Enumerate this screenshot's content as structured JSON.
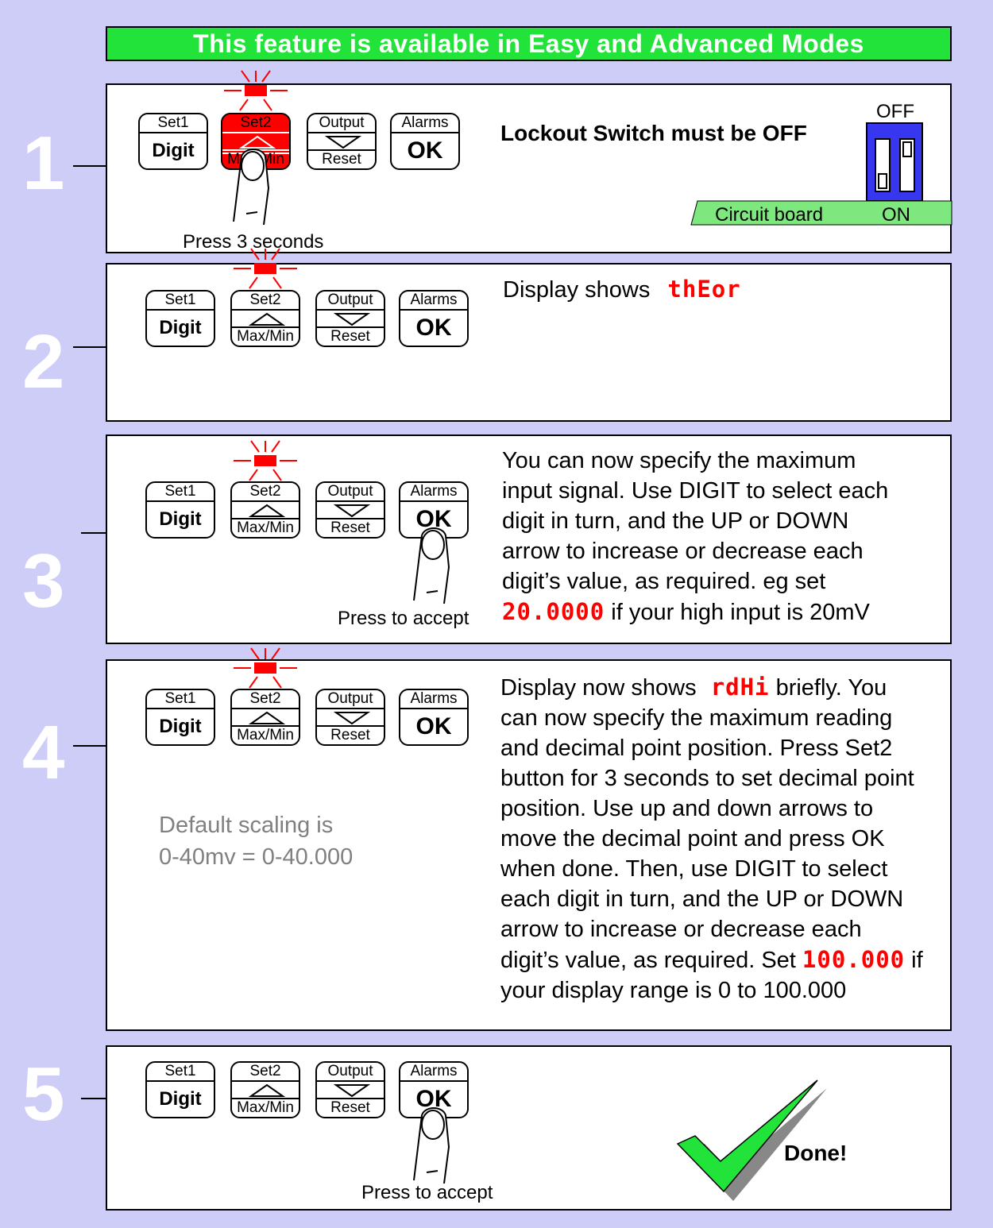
{
  "banner": "This feature is available in Easy and Advanced Modes",
  "buttons": {
    "set1": {
      "top": "Set1",
      "main": "Digit"
    },
    "set2": {
      "top": "Set2",
      "bottom": "Max/Min"
    },
    "output": {
      "top": "Output",
      "bottom": "Reset"
    },
    "alarms": {
      "top": "Alarms",
      "main": "OK"
    }
  },
  "steps": [
    {
      "number": "1",
      "text": "Lockout Switch must be OFF",
      "caption": "Press 3 seconds",
      "switch": {
        "off_label": "OFF",
        "board_label": "Circuit board",
        "on_label": "ON"
      }
    },
    {
      "number": "2",
      "text": "Display shows",
      "display": "thEor"
    },
    {
      "number": "3",
      "lines": [
        "You can now specify the maximum",
        "input signal. Use DIGIT to select each",
        "digit in turn, and the UP or DOWN",
        "arrow to increase or decrease each",
        "digit’s value, as required. eg set"
      ],
      "display": "20.0000",
      "last_line": " if your high input is 20mV",
      "caption": "Press to accept"
    },
    {
      "number": "4",
      "line1_a": "Display now shows",
      "display1": "rdHi",
      "line1_b": " briefly. You",
      "lines": [
        "can now specify the maximum reading",
        "and decimal point position. Press Set2",
        "button for 3 seconds to set decimal point",
        "position. Use up and down arrows to",
        "move the decimal point and press OK",
        "when done. Then, use DIGIT to select",
        "each digit in turn, and the UP or DOWN",
        "arrow to increase or decrease each"
      ],
      "line_last_a": "digit’s value, as required. Set ",
      "display2": "100.000",
      "line_last_b": " if",
      "line_final": "your display range is 0 to 100.000",
      "note1": "Default scaling is",
      "note2": "0-40mv = 0-40.000"
    },
    {
      "number": "5",
      "caption": "Press to accept",
      "done": "Done!"
    }
  ],
  "colors": {
    "background": "#cdcdf7",
    "banner": "#22e33a",
    "led": "#ff0000",
    "switch": "#3737f0",
    "board": "#7ee87e",
    "check": "#22e33a",
    "note": "#808080"
  }
}
